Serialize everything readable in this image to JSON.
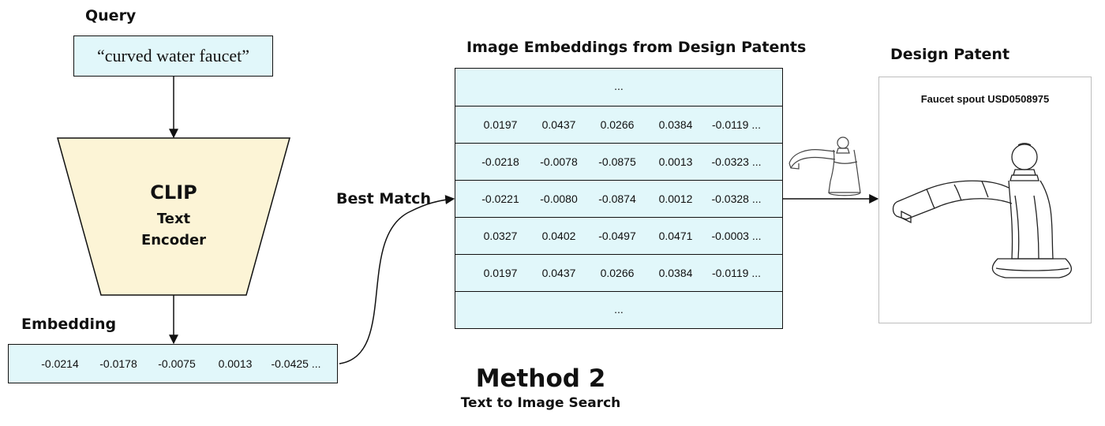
{
  "query": {
    "heading": "Query",
    "text": "“curved water faucet”"
  },
  "encoder": {
    "name": "CLIP",
    "line2": "Text",
    "line3": "Encoder",
    "fill": "#fcf4d6"
  },
  "embedding": {
    "heading": "Embedding",
    "values": [
      "-0.0214",
      "-0.0178",
      "-0.0075",
      "0.0013",
      "-0.0425 ..."
    ]
  },
  "match_label": "Best Match",
  "table": {
    "heading": "Image Embeddings from Design Patents",
    "top_ellipsis": "...",
    "rows": [
      [
        "0.0197",
        "0.0437",
        "0.0266",
        "0.0384",
        "-0.0119 ..."
      ],
      [
        "-0.0218",
        "-0.0078",
        "-0.0875",
        "0.0013",
        "-0.0323 ..."
      ],
      [
        "-0.0221",
        "-0.0080",
        "-0.0874",
        "0.0012",
        "-0.0328 ..."
      ],
      [
        "0.0327",
        "0.0402",
        "-0.0497",
        "0.0471",
        "-0.0003 ..."
      ],
      [
        "0.0197",
        "0.0437",
        "0.0266",
        "0.0384",
        "-0.0119 ..."
      ]
    ],
    "bottom_ellipsis": "..."
  },
  "patent": {
    "heading": "Design Patent",
    "caption": "Faucet spout USD0508975"
  },
  "method": {
    "title": "Method 2",
    "subtitle": "Text to Image Search"
  },
  "colors": {
    "box_fill": "#e1f7fa",
    "encoder_fill": "#fcf4d6",
    "stroke": "#111111"
  }
}
